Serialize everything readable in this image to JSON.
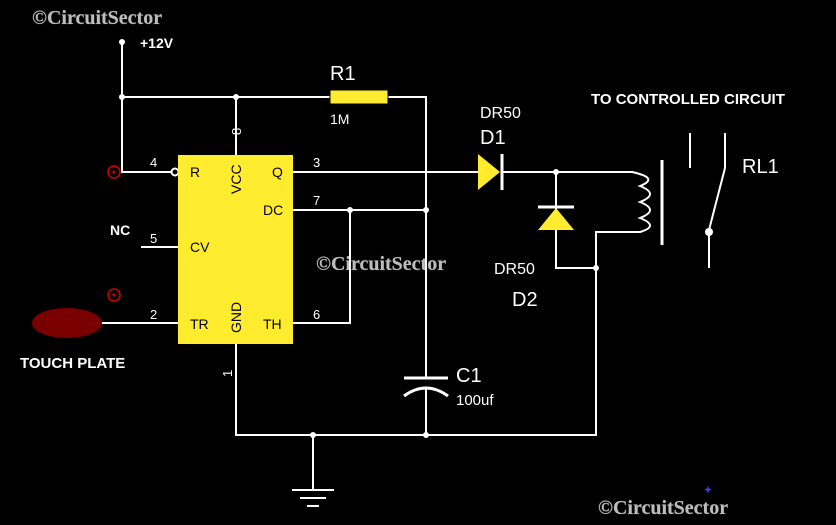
{
  "watermarks": [
    "©CircuitSector",
    "©CircuitSector",
    "©CircuitSector"
  ],
  "supply_label": "+12V",
  "ic": {
    "pins": {
      "reset": {
        "num": "4",
        "name": "R"
      },
      "vcc": {
        "num": "8",
        "name": "VCC"
      },
      "output": {
        "num": "3",
        "name": "Q"
      },
      "discharge": {
        "num": "7",
        "name": "DC"
      },
      "control": {
        "num": "5",
        "name": "CV"
      },
      "trigger": {
        "num": "2",
        "name": "TR"
      },
      "ground": {
        "num": "1",
        "name": "GND"
      },
      "threshold": {
        "num": "6",
        "name": "TH"
      }
    }
  },
  "nc_label": "NC",
  "touch_plate_label": "TOUCH PLATE",
  "r1": {
    "name": "R1",
    "value": "1M"
  },
  "d1": {
    "name": "D1",
    "part": "DR50"
  },
  "d2": {
    "name": "D2",
    "part": "DR50"
  },
  "c1": {
    "name": "C1",
    "value": "100uf"
  },
  "relay": {
    "name": "RL1",
    "target_label": "TO CONTROLLED CIRCUIT"
  },
  "colors": {
    "background": "#000000",
    "ic_fill": "#ffec2e",
    "resistor": "#ffec2e",
    "diode": "#ffec2e",
    "touch_plate": "#7a0000",
    "marker": "#d40000"
  }
}
